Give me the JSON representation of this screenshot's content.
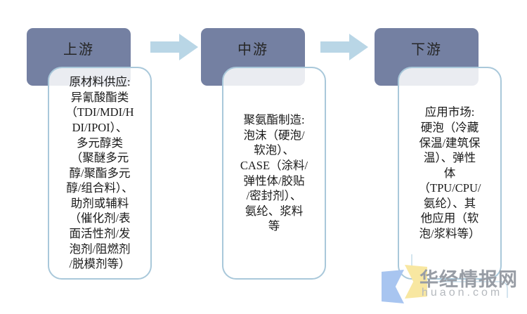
{
  "page": {
    "background": "#ffffff",
    "description": "聚氨酯行业产业链图 (polyurethane industry chain diagram)"
  },
  "diagram": {
    "stages": [
      {
        "title": "上游",
        "body": "原材料供应:\n异氰酸酯类\n（TDI/MDI/H\nDI/IPOI）、\n多元醇类\n（聚醚多元\n醇/聚酯多元\n醇/组合料）、\n助剂或辅料\n（催化剂/表\n面活性剂/发\n泡剂/阻燃剂\n/脱模剂等）"
      },
      {
        "title": "中游",
        "body": "聚氨酯制造:\n泡沫（硬泡/\n软泡）、\nCASE（涂料/\n弹性体/胶贴\n/密封剂）、\n氨纶、浆料\n等"
      },
      {
        "title": "下游",
        "body": "应用市场:\n硬泡（冷藏\n保温/建筑保\n温）、弹性\n体\n（TPU/CPU/\n氨纶）、其\n他应用（软\n泡/浆料等）"
      }
    ],
    "colors": {
      "header_fill": "#7480a2",
      "header_text": "#262626",
      "box_border": "#a9c8da",
      "box_fill": "#ffffff",
      "arrow_fill": "#b9d6e6",
      "body_text": "#1a1a1a"
    }
  },
  "watermark": {
    "title": "华经情报网",
    "url": "huaon.com",
    "colors": {
      "title_text": "#989da5",
      "url_text": "#b5b9be",
      "logo_blue": "#a8c5f0",
      "logo_yellow": "#f8e7a1",
      "line": "#bdd7e6"
    }
  }
}
